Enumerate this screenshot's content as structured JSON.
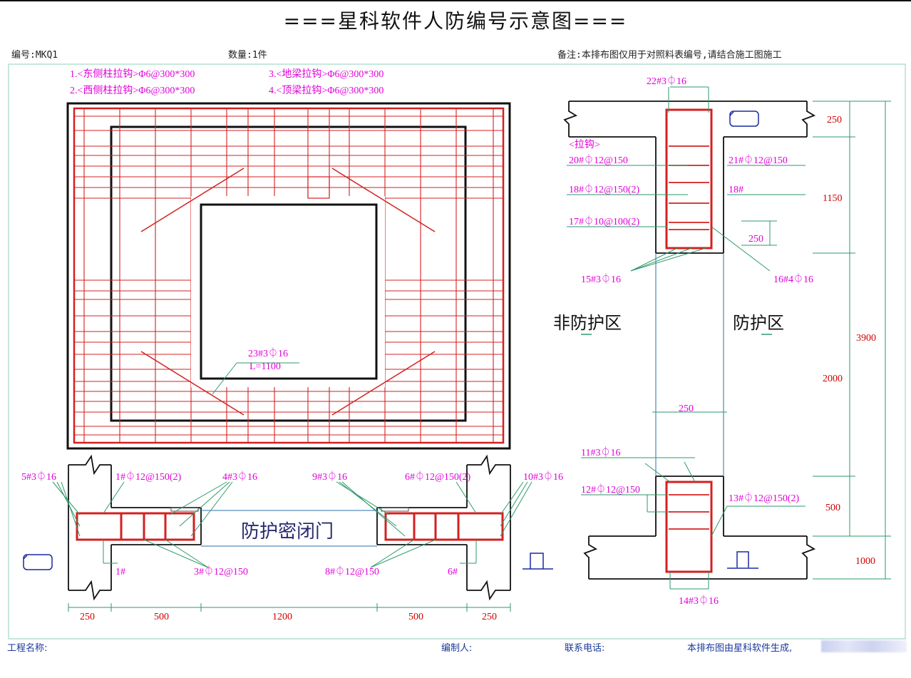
{
  "title": "===星科软件人防编号示意图===",
  "header": {
    "code": "编号:MKQ1",
    "quantity": "数量:1件",
    "note": "备注:本排布图仅用于对照料表编号,请结合施工图施工"
  },
  "footer": {
    "project": "工程名称:",
    "author": "编制人:",
    "phone": "联系电话:",
    "generated": "本排布图由星科软件生成,"
  },
  "elevation": {
    "tie_notes": [
      "1.<东侧柱拉钩>Φ6@300*300",
      "2.<西侧柱拉钩>Φ6@300*300",
      "3.<地梁拉钩>Φ6@300*300",
      "4.<顶梁拉钩>Φ6@300*300"
    ],
    "corner_bar": "23#3⏀16",
    "corner_bar_length": "L=1100"
  },
  "plan": {
    "door_label": "防护密闭门",
    "labels": {
      "b5": "5#3⏀16",
      "b1s": "1#⏀12@150(2)",
      "b4": "4#3⏀16",
      "b9": "9#3⏀16",
      "b6s": "6#⏀12@150(2)",
      "b10": "10#3⏀16",
      "b1": "1#",
      "b3": "3#⏀12@150",
      "b8": "8#⏀12@150",
      "b6": "6#"
    },
    "dims": [
      "250",
      "500",
      "1200",
      "500",
      "250"
    ]
  },
  "section": {
    "zone_left": "非防护区",
    "zone_right": "防护区",
    "labels": {
      "b22": "22#3⏀16",
      "tie": "<拉钩>",
      "b20": "20#⏀12@150",
      "b21": "21#⏀12@150",
      "b18a": "18#⏀12@150(2)",
      "b18b": "18#",
      "b17": "17#⏀10@100(2)",
      "d250a": "250",
      "b15": "15#3⏀16",
      "b16": "16#4⏀16",
      "d250b": "250",
      "b11": "11#3⏀16",
      "b12": "12#⏀12@150",
      "b13": "13#⏀12@150(2)",
      "b14": "14#3⏀16"
    },
    "dims": [
      "250",
      "1150",
      "2000",
      "500",
      "1000",
      "3900"
    ]
  },
  "colors": {
    "rebar": "#d42020",
    "concrete": "#111111",
    "label": "#e000d8",
    "dimension": "#d00000",
    "leader": "#2e9a6a",
    "frame": "#8fd0b8"
  }
}
